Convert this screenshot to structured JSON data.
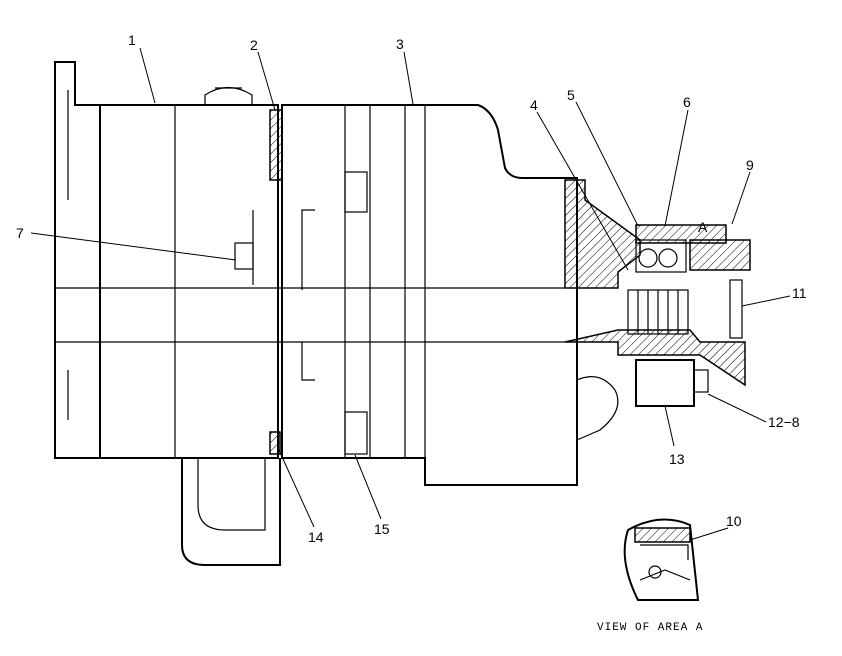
{
  "callouts": [
    {
      "id": "1",
      "text": "1"
    },
    {
      "id": "2",
      "text": "2"
    },
    {
      "id": "3",
      "text": "3"
    },
    {
      "id": "4",
      "text": "4"
    },
    {
      "id": "5",
      "text": "5"
    },
    {
      "id": "6",
      "text": "6"
    },
    {
      "id": "7",
      "text": "7"
    },
    {
      "id": "9",
      "text": "9"
    },
    {
      "id": "10",
      "text": "10"
    },
    {
      "id": "11",
      "text": "11"
    },
    {
      "id": "12-8",
      "text": "12−8"
    },
    {
      "id": "13",
      "text": "13"
    },
    {
      "id": "14",
      "text": "14"
    },
    {
      "id": "15",
      "text": "15"
    }
  ],
  "area_marker": "A",
  "detail_caption": "VIEW OF AREA A"
}
